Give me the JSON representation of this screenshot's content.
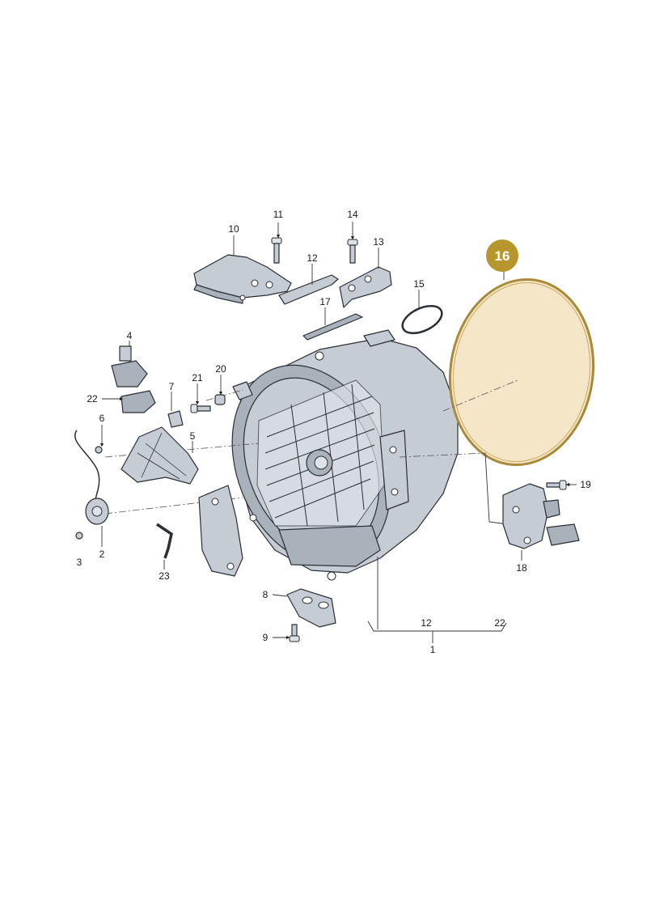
{
  "diagram": {
    "callouts": {
      "p1": "1",
      "p2": "2",
      "p3": "3",
      "p4": "4",
      "p5": "5",
      "p6": "6",
      "p7": "7",
      "p8": "8",
      "p9": "9",
      "p10": "10",
      "p11": "11",
      "p12a": "12",
      "p12b": "12",
      "p13": "13",
      "p14": "14",
      "p15": "15",
      "p17": "17",
      "p18": "18",
      "p19": "19",
      "p20": "20",
      "p21": "21",
      "p22a": "22",
      "p22b": "22",
      "p23": "23"
    },
    "highlighted_part": "16",
    "colors": {
      "highlight_badge": "#b8962e",
      "gasket_fill": "#f5e6c8",
      "gasket_stroke": "#a88a3a",
      "metal": "#c5ccd3"
    }
  }
}
